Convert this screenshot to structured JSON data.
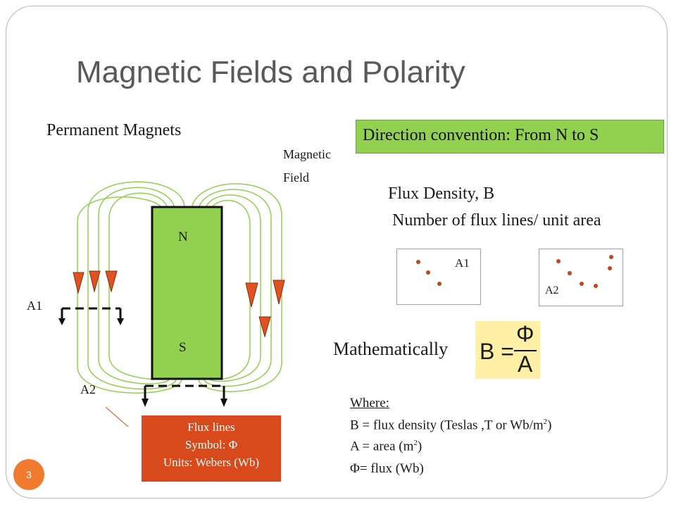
{
  "slide": {
    "title": "Magnetic Fields and Polarity",
    "page_number": "3"
  },
  "labels": {
    "permanent_magnets": "Permanent Magnets",
    "magnetic": "Magnetic",
    "field": "Field",
    "north": "N",
    "south": "S",
    "a1_left": "A1",
    "a2_left": "A2",
    "a1_box": "A1",
    "a2_box": "A2"
  },
  "direction_convention": "Direction convention:  From N to S",
  "flux_density": {
    "heading": "Flux Density, B",
    "definition": "Number of flux lines/ unit area"
  },
  "mathematically": "Mathematically",
  "formula": {
    "lhs": "B =",
    "numerator": "Φ",
    "denominator": "A"
  },
  "flux_lines_box": {
    "line1": "Flux lines",
    "line2": "Symbol:  Φ",
    "line3": "Units: Webers (Wb)"
  },
  "where": {
    "heading": "Where:",
    "b_def": "B = flux density (Teslas ,T or Wb/m",
    "b_close": ")",
    "a_def": "A = area  (m",
    "a_close": ")",
    "phi_def": "Φ= flux (Wb)",
    "sup": "2"
  },
  "colors": {
    "magnet": "#92d050",
    "field_line": "#92d050",
    "arrow": "#e0521f",
    "flux_box": "#d84a1b",
    "formula_bg": "#fff0a6",
    "page_badge": "#f07a2d"
  }
}
